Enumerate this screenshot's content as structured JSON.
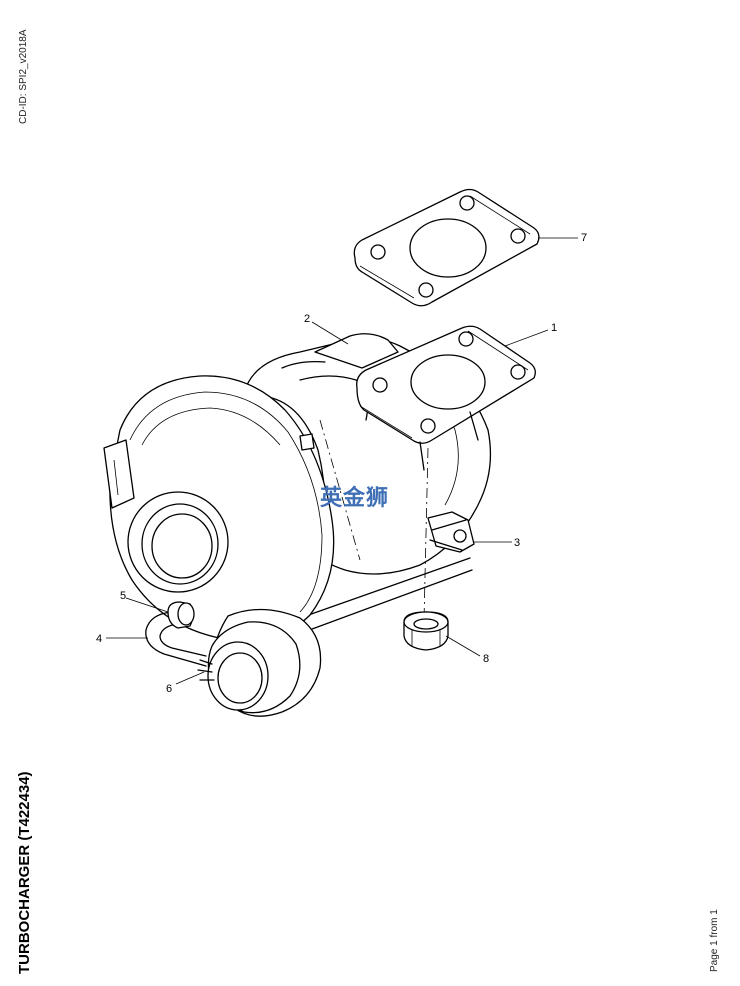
{
  "header": {
    "cd_id": "CD-ID: SPI2_v2018A"
  },
  "title": "TURBOCHARGER (T422434)",
  "footer": {
    "page": "Page 1 from 1"
  },
  "watermark": "英金狮",
  "callouts": [
    "1",
    "2",
    "3",
    "4",
    "5",
    "6",
    "7",
    "8"
  ]
}
